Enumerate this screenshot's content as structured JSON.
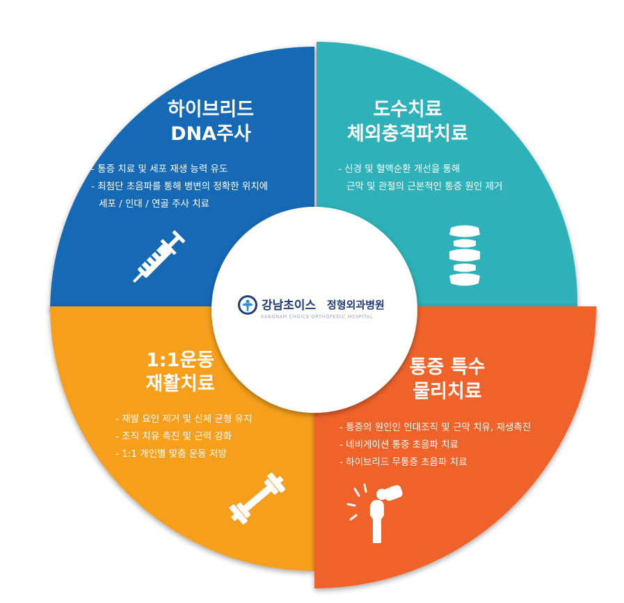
{
  "colors": {
    "blue": "#1769b5",
    "teal": "#2fb1b8",
    "orange_red": "#ef6429",
    "amber": "#f59f1b",
    "center": "#ffffff",
    "logo_navy": "#1f3b7a"
  },
  "logo": {
    "name_main": "강남초이스",
    "name_sub": "정형외과병원",
    "name_en": "KANGNAM CHOICE ORTHOPEDIC HOSPITAL",
    "icon": "hospital-emblem-icon"
  },
  "quadrants": {
    "top_left": {
      "title_lines": [
        "하이브리드",
        "DNA주사"
      ],
      "bullets": [
        "- 통증 치료 및 세포 재생 능력 유도",
        "- 최첨단 초음파를 통해 병변의 정확한 위치에",
        "세포 / 인대 / 연골 주사 치료"
      ],
      "icon": "syringe-icon"
    },
    "top_right": {
      "title_lines": [
        "도수치료",
        "체외충격파치료"
      ],
      "bullets": [
        "- 신경 및 혈액순환 개선을 통해",
        "근막 및 관절의 근본적인 통증 원인 제거"
      ],
      "icon": "spine-icon"
    },
    "bottom_left": {
      "title_lines": [
        "1:1운동",
        "재활치료"
      ],
      "bullets": [
        "- 재발 요인 제거 및 신체 균형 유지",
        "- 조직 치유 촉진 및 근력 강화",
        "- 1:1 개인별 맞춤 운동 처방"
      ],
      "icon": "dumbbell-icon"
    },
    "bottom_right": {
      "title_lines": [
        "통증 특수",
        "물리치료"
      ],
      "bullets": [
        "- 통증의 원인인 인대조직 및 근막 치유, 재생촉진",
        "- 네비게이션 통증 초음파 치료",
        "- 하이브리드 무통증 초음파 치료"
      ],
      "icon": "joint-pain-icon"
    }
  }
}
